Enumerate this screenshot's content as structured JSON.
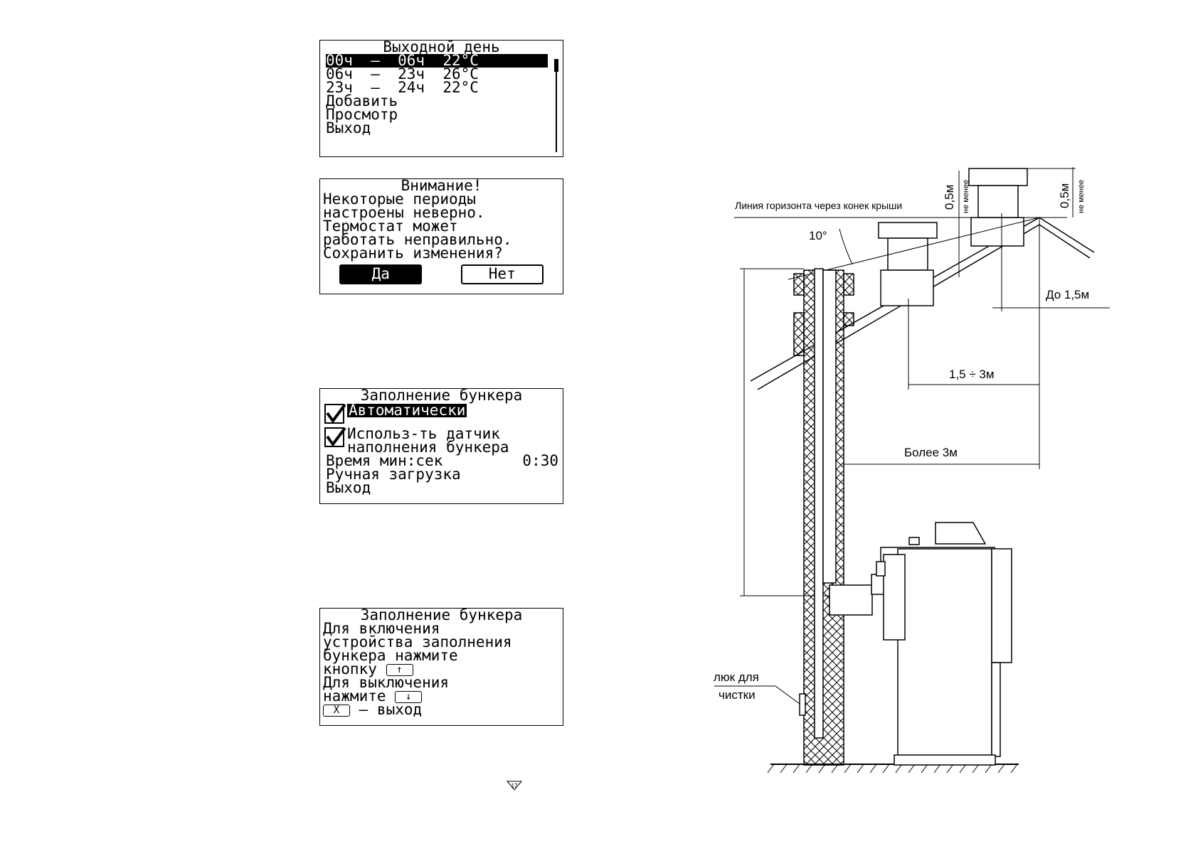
{
  "screen1": {
    "title": "Выходной день",
    "items": [
      "00ч  –  06ч  22°C",
      "06ч  –  23ч  26°C",
      "23ч  –  24ч  22°C"
    ],
    "add": "Добавить",
    "view": "Просмотр",
    "exit": "Выход"
  },
  "screen2": {
    "title": "Внимание!",
    "lines": [
      "Некоторые периоды",
      "настроены неверно.",
      "Термостат может",
      "работать неправильно.",
      "Сохранить изменения?"
    ],
    "yes": "Да",
    "no": "Нет"
  },
  "screen3": {
    "title": "Заполнение бункера",
    "auto": "Автоматически",
    "sensor_line1": "Использ-ть датчик",
    "sensor_line2": "наполнения бункера",
    "time_label": "Время мин:сек",
    "time_value": "0:30",
    "manual": "Ручная загрузка",
    "exit": "Выход"
  },
  "screen4": {
    "title": "Заполнение бункера",
    "lines": [
      "Для включения",
      "устройства заполнения",
      "бункера нажмите"
    ],
    "press_button": "кнопку",
    "off_line": "Для выключения",
    "press": "нажмите",
    "exit_suffix": " – выход",
    "key_up": "↑",
    "key_down": "↓",
    "key_x": "X"
  },
  "page_number": "17",
  "diagram": {
    "horizon_line": "Линия горизонта через конек крыши",
    "angle": "10°",
    "dim_left": "0,5м",
    "dim_left_note": "не менее",
    "dim_right": "0,5м",
    "dim_right_note": "не менее",
    "up_to": "До 1,5м",
    "range": "1,5 ÷ 3м",
    "more_than": "Более 3м",
    "hatch_line1": "люк для",
    "hatch_line2": "чистки"
  }
}
